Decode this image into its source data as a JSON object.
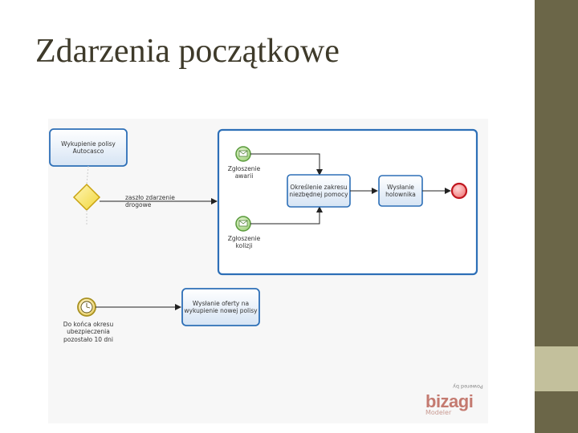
{
  "slide": {
    "title": "Zdarzenia początkowe"
  },
  "diagram": {
    "tasks": {
      "buy_policy": "Wykupienie polisy Autocasco",
      "determine_scope": "Określenie zakresu niezbędnej pomocy",
      "send_tow": "Wysłanie holownika",
      "send_offer": "Wysłanie oferty na wykupienie nowej polisy"
    },
    "events": {
      "report_accident": "Zgłoszenie awarii",
      "report_collision": "Zgłoszenie kolizji",
      "timer_end": "Do końca okresu ubezpieczenia pozostało 10 dni"
    },
    "flows": {
      "gateway_condition": "zaszło zdarzenie drogowe"
    },
    "colors": {
      "task_border": "#2d6fb7",
      "task_fill": "#dbe7f5",
      "message_event": "#6ab04c",
      "end_event": "#d9202a",
      "gateway": "#e6c21b"
    },
    "watermark": {
      "powered": "Powered by",
      "brand": "bizagi",
      "product": "Modeler"
    }
  }
}
